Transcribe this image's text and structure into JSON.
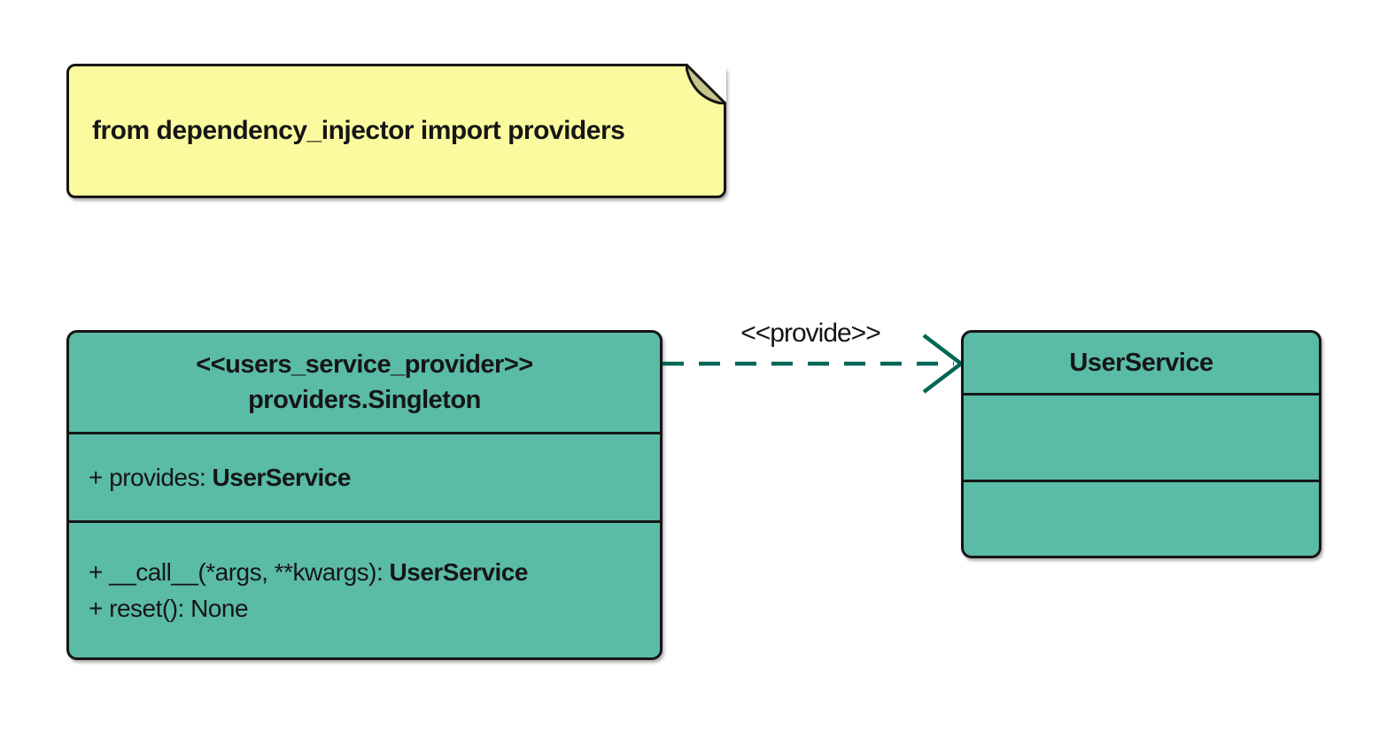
{
  "note": {
    "text": "from dependency_injector import providers"
  },
  "provider_class": {
    "stereotype": "<<users_service_provider>>",
    "name": "providers.Singleton",
    "attributes": [
      {
        "label": "+ provides: ",
        "type": "UserService"
      }
    ],
    "methods": [
      {
        "label": "+ __call__(*args, **kwargs): ",
        "type": "UserService"
      },
      {
        "label": "+ reset(): None",
        "type": ""
      }
    ]
  },
  "service_class": {
    "name": "UserService"
  },
  "relation": {
    "stereotype": "<<provide>>",
    "style": "dashed-open-arrow"
  },
  "colors": {
    "class_fill": "#5ABBA7",
    "note_fill": "#FCFA9F",
    "note_fold_fill": "#C8C58C",
    "border": "#161616",
    "arrow": "#006655",
    "text": "#161616",
    "background": "#FFFFFF"
  }
}
